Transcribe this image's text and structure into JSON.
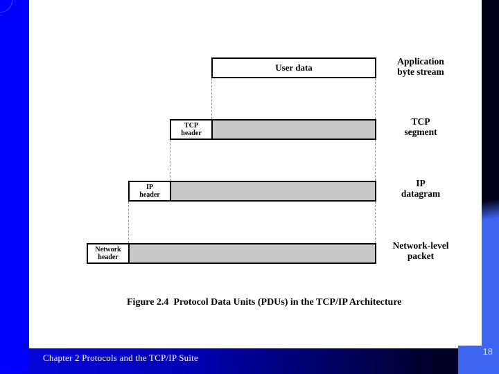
{
  "slide": {
    "footer_text": "Chapter 2 Protocols and the TCP/IP Suite",
    "page_number": "18",
    "caption": "Figure 2.4  Protocol Data Units (PDUs) in the TCP/IP Architecture"
  },
  "diagram": {
    "user_data": {
      "label": "User data",
      "side_line1": "Application",
      "side_line2": "byte stream"
    },
    "tcp": {
      "header_line1": "TCP",
      "header_line2": "header",
      "side_line1": "TCP",
      "side_line2": "segment"
    },
    "ip": {
      "header_line1": "IP",
      "header_line2": "header",
      "side_line1": "IP",
      "side_line2": "datagram"
    },
    "network": {
      "header_line1": "Network",
      "header_line2": "header",
      "side_line1": "Network-level",
      "side_line2": "packet"
    }
  },
  "colors": {
    "left_strip": "#0000fe",
    "right_band_top": "#02021a",
    "right_band_bottom": "#3c64ee",
    "footer_gradient_left": "#0606e0",
    "footer_gradient_right": "#000026",
    "pdu_fill_gray": "#c9c9c9",
    "dashed_line": "#909090"
  }
}
